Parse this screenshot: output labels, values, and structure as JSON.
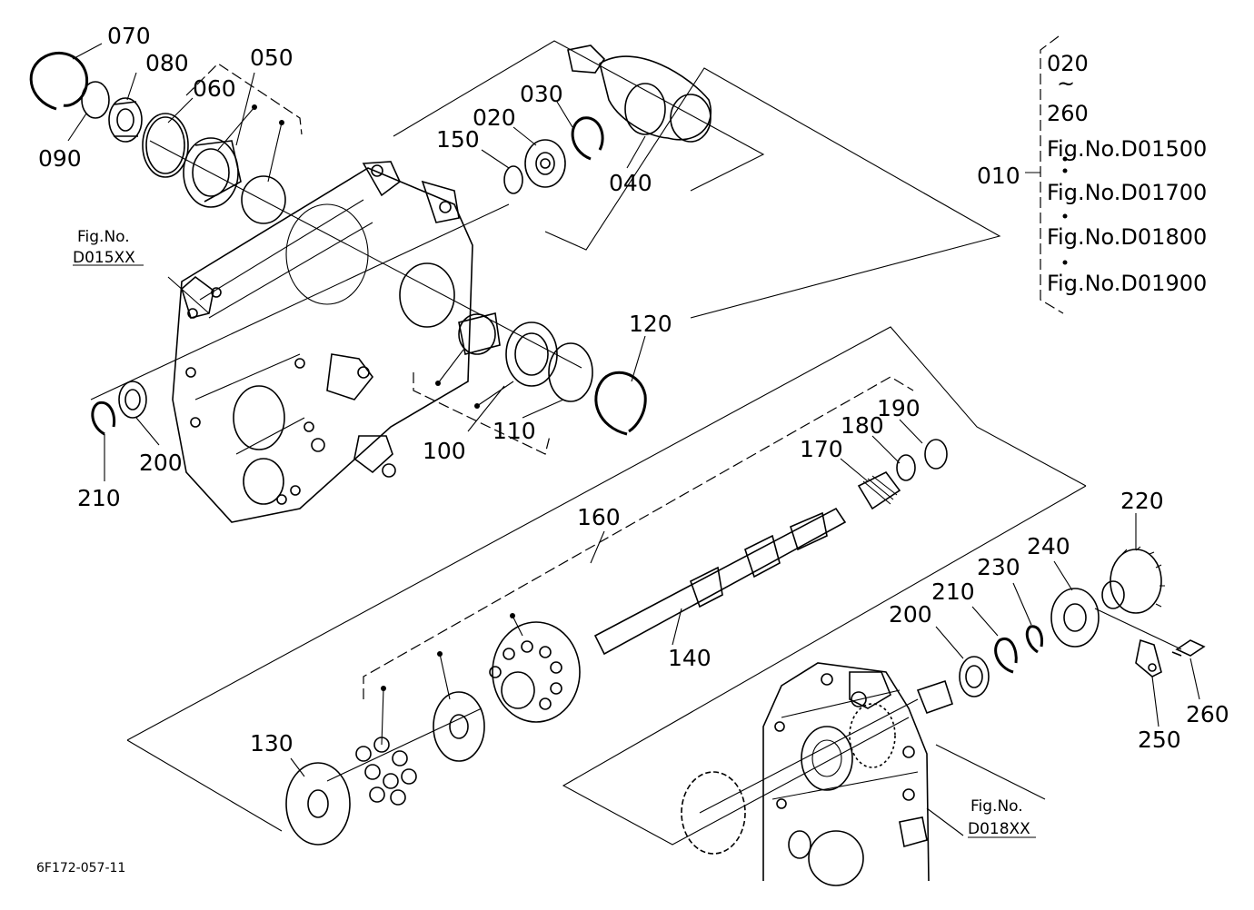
{
  "callouts": [
    {
      "id": "070",
      "label": "070"
    },
    {
      "id": "080",
      "label": "080"
    },
    {
      "id": "050",
      "label": "050"
    },
    {
      "id": "060",
      "label": "060"
    },
    {
      "id": "090",
      "label": "090"
    },
    {
      "id": "030",
      "label": "030"
    },
    {
      "id": "020",
      "label": "020"
    },
    {
      "id": "150",
      "label": "150"
    },
    {
      "id": "040",
      "label": "040"
    },
    {
      "id": "120",
      "label": "120"
    },
    {
      "id": "110",
      "label": "110"
    },
    {
      "id": "100",
      "label": "100"
    },
    {
      "id": "200a",
      "label": "200"
    },
    {
      "id": "210a",
      "label": "210"
    },
    {
      "id": "190",
      "label": "190"
    },
    {
      "id": "180",
      "label": "180"
    },
    {
      "id": "170",
      "label": "170"
    },
    {
      "id": "160",
      "label": "160"
    },
    {
      "id": "140",
      "label": "140"
    },
    {
      "id": "220",
      "label": "220"
    },
    {
      "id": "240",
      "label": "240"
    },
    {
      "id": "230",
      "label": "230"
    },
    {
      "id": "210b",
      "label": "210"
    },
    {
      "id": "200b",
      "label": "200"
    },
    {
      "id": "130",
      "label": "130"
    },
    {
      "id": "260",
      "label": "260"
    },
    {
      "id": "250",
      "label": "250"
    }
  ],
  "assembly": {
    "label": "010",
    "range_start": "020",
    "range_sep": "~",
    "range_end": "260",
    "figures": [
      "Fig.No.D01500",
      "Fig.No.D01700",
      "Fig.No.D01800",
      "Fig.No.D01900"
    ]
  },
  "references": {
    "left_line1": "Fig.No.",
    "left_line2": "D015XX",
    "right_line1": "Fig.No.",
    "right_line2": "D018XX"
  },
  "drawing_code": "6F172-057-11"
}
